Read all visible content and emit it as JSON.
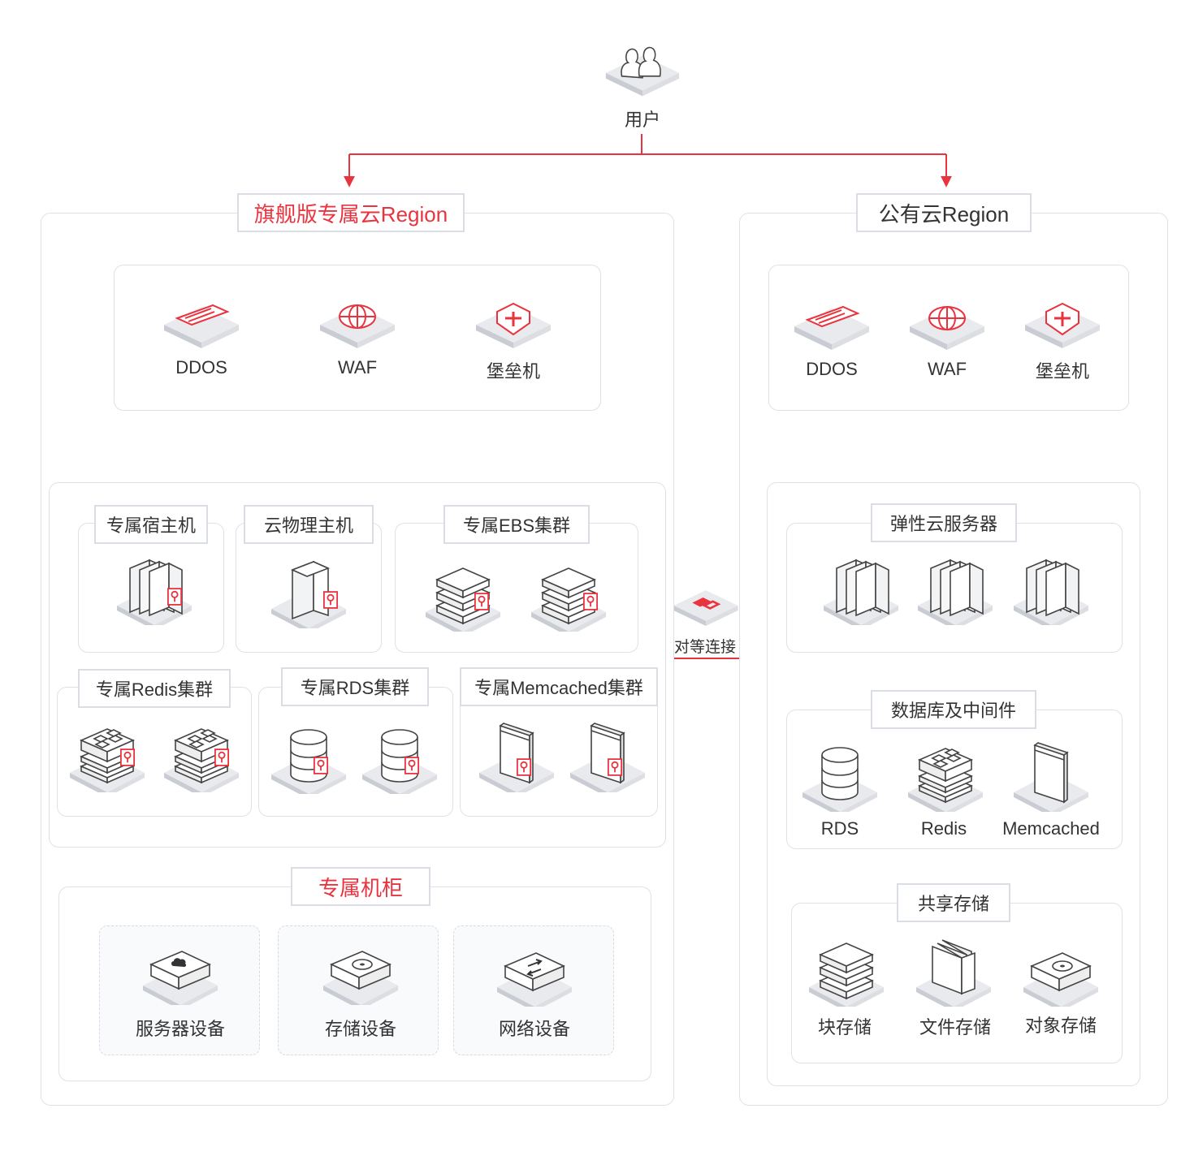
{
  "user": {
    "label": "用户",
    "icon": "users-icon"
  },
  "peering": {
    "label": "对等连接",
    "icon": "peering-icon"
  },
  "colors": {
    "accent": "#e9343f",
    "border": "#dfe1e6",
    "text": "#333333"
  },
  "dedicated_region": {
    "title": "旗舰版专属云Region",
    "security": [
      "DDOS",
      "WAF",
      "堡垒机"
    ],
    "groups": {
      "host": "专属宿主机",
      "bare_metal": "云物理主机",
      "ebs": "专属EBS集群",
      "redis": "专属Redis集群",
      "rds": "专属RDS集群",
      "memcached": "专属Memcached集群"
    },
    "cabinet": {
      "title": "专属机柜",
      "items": [
        "服务器设备",
        "存储设备",
        "网络设备"
      ]
    }
  },
  "public_region": {
    "title": "公有云Region",
    "security": [
      "DDOS",
      "WAF",
      "堡垒机"
    ],
    "ecs": {
      "title": "弹性云服务器"
    },
    "database": {
      "title": "数据库及中间件",
      "items": [
        "RDS",
        "Redis",
        "Memcached"
      ]
    },
    "storage": {
      "title": "共享存储",
      "items": [
        "块存储",
        "文件存储",
        "对象存储"
      ]
    }
  }
}
